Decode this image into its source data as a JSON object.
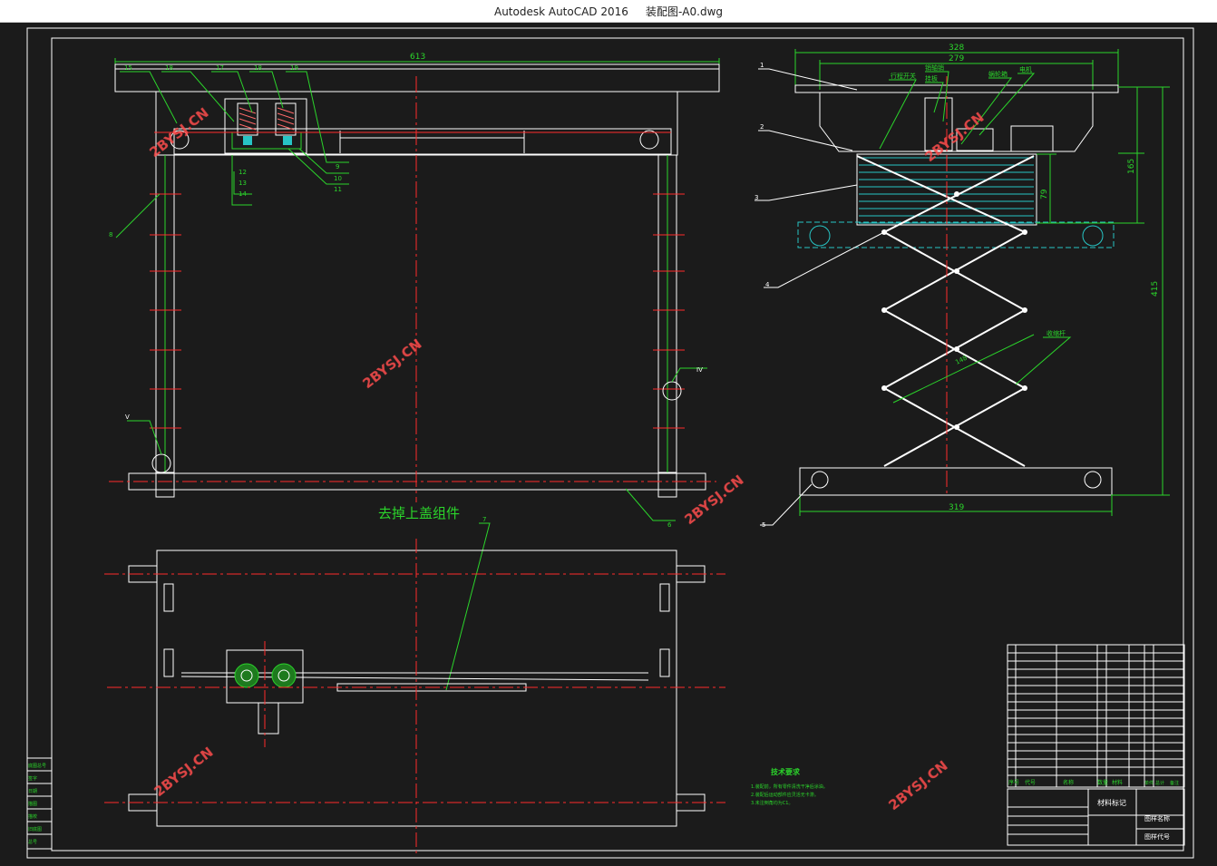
{
  "window": {
    "title": "Autodesk AutoCAD 2016     装配图-A0.dwg"
  },
  "colors": {
    "background": "#1b1b1b",
    "outline": "#ffffff",
    "dimension": "#2bd52b",
    "centerline": "#ff2b2b",
    "hidden": "#27c5c5",
    "leader": "#2bd52b",
    "watermark": "#ff4d4d"
  },
  "front_view": {
    "overall_width": "613",
    "balloons": [
      "15",
      "18",
      "17",
      "18",
      "19",
      "8",
      "9",
      "10",
      "11",
      "12",
      "13",
      "14",
      "V",
      "IV",
      "6"
    ]
  },
  "side_view": {
    "dim_top_outer": "328",
    "dim_top_inner": "279",
    "dim_height_total": "415",
    "dim_height_upper": "165",
    "dim_spring": "79",
    "dim_base": "319",
    "dim_diagonal": "148",
    "balloons": [
      "1",
      "2",
      "3",
      "4",
      "5"
    ],
    "labels": [
      "行程开关",
      "销轴销",
      "挂板",
      "蜗轮箱",
      "电机",
      "收缩杆"
    ]
  },
  "plan_view": {
    "caption": "去掉上盖组件",
    "balloon": "7"
  },
  "tech_req": {
    "title": "技术要求",
    "lines": [
      "1.装配前，所有零件清洗干净后涂油。",
      "2.装配后运动部件应灵活无卡滞。",
      "3.未注倒角均为C1。"
    ]
  },
  "title_block": {
    "material": "材料标记",
    "drawing_name": "图样名称",
    "drawing_code": "图样代号",
    "bom_header": [
      "序号",
      "代号",
      "名称",
      "数量",
      "材料",
      "单件",
      "总计",
      "备注"
    ]
  },
  "left_strip": [
    "底图总号",
    "签字",
    "日期",
    "描图",
    "描校",
    "旧底图",
    "总号"
  ],
  "watermark": "2BYSJ.CN"
}
